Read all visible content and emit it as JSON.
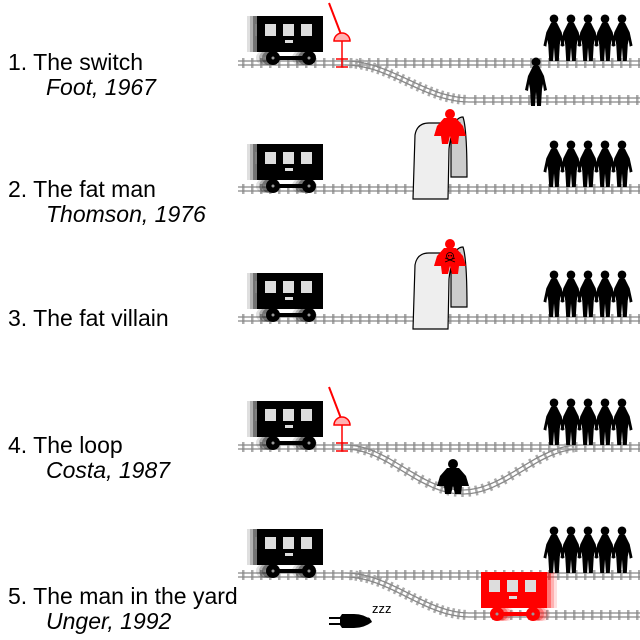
{
  "scenarios": [
    {
      "number": "1.",
      "title": "The switch",
      "citation": "Foot, 1967"
    },
    {
      "number": "2.",
      "title": "The fat man",
      "citation": "Thomson, 1976"
    },
    {
      "number": "3.",
      "title": "The fat villain",
      "citation": ""
    },
    {
      "number": "4.",
      "title": "The loop",
      "citation": "Costa, 1987"
    },
    {
      "number": "5.",
      "title": "The man in the yard",
      "citation": "Unger, 1992"
    }
  ],
  "sleep_text": "zzz",
  "colors": {
    "ink": "#000000",
    "highlight": "#ff0000",
    "switch_fill": "#ffb3b3",
    "rail": "#888888",
    "tie": "#aaaaaa",
    "bridge_front": "#eeeeee",
    "bridge_back": "#cccccc"
  },
  "icons": [
    "trolley-icon",
    "lever-switch-icon",
    "person-icon",
    "group-of-five-icon",
    "footbridge-icon",
    "skull-icon",
    "sleeping-man-icon"
  ]
}
